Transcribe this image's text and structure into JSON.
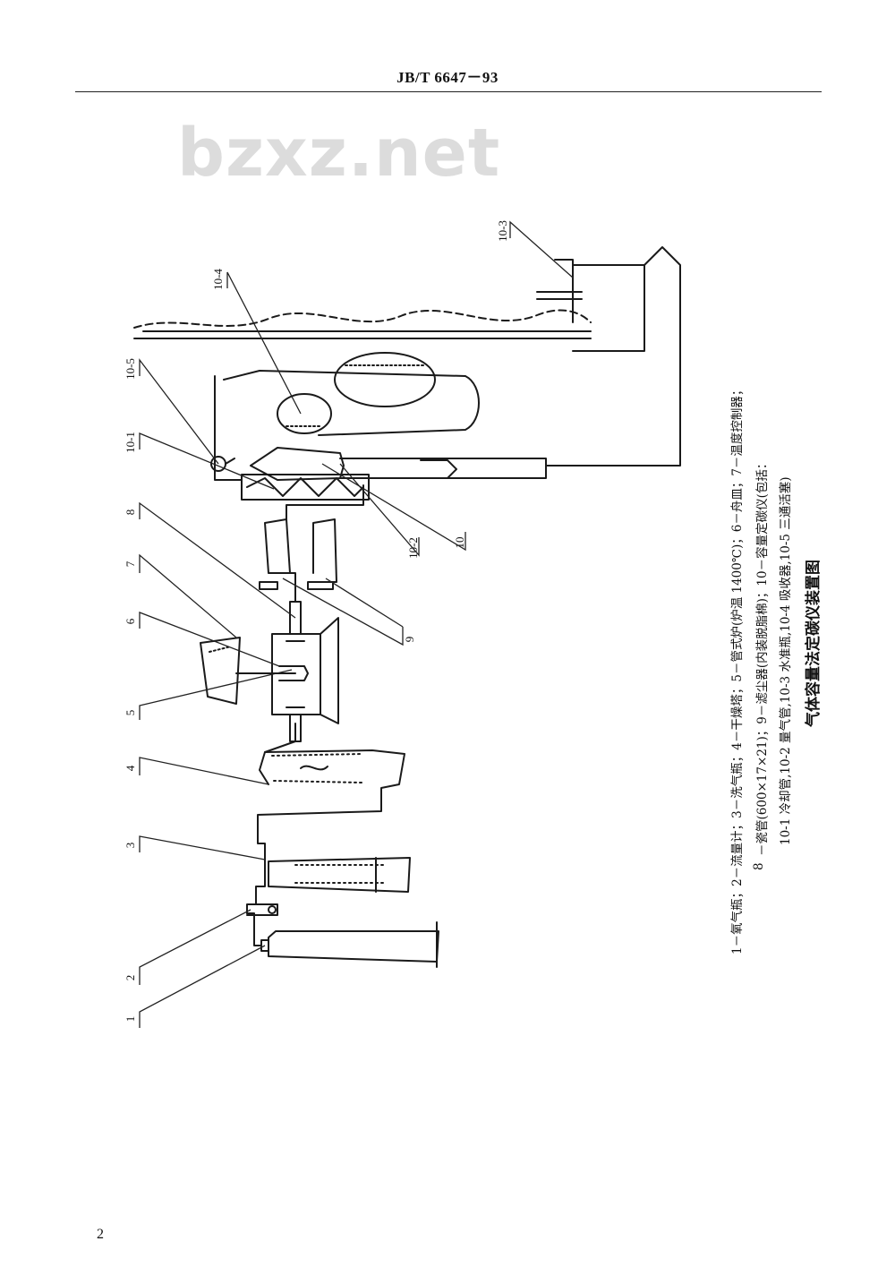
{
  "header": {
    "standard_code": "JB/T 6647－93"
  },
  "watermark": "bzxz.net",
  "labels": {
    "l1": "1",
    "l2": "2",
    "l3": "3",
    "l4": "4",
    "l5": "5",
    "l6": "6",
    "l7": "7",
    "l8": "8",
    "l9": "9",
    "l10": "10",
    "l10_1": "10-1",
    "l10_2": "10-2",
    "l10_3": "10-3",
    "l10_4": "10-4",
    "l10_5": "10-5"
  },
  "legend": {
    "line1": "1－氧气瓶；2－流量计；3－洗气瓶；4－干燥塔；5－管式炉(炉温 1400℃)；6－舟皿；7－温度控制器；",
    "line2_num": "8",
    "line2": "－瓷管(600×17×21)；9－滤尘器(内装脱脂棉)；10－容量定碳仪(包括：",
    "line3": "10-1 冷却管,10-2 量气管,10-3 水准瓶,10-4 吸收器,10-5 三通活塞)",
    "figure_title": "气体容量法定碳仪装置图"
  },
  "page": {
    "number": "2"
  }
}
